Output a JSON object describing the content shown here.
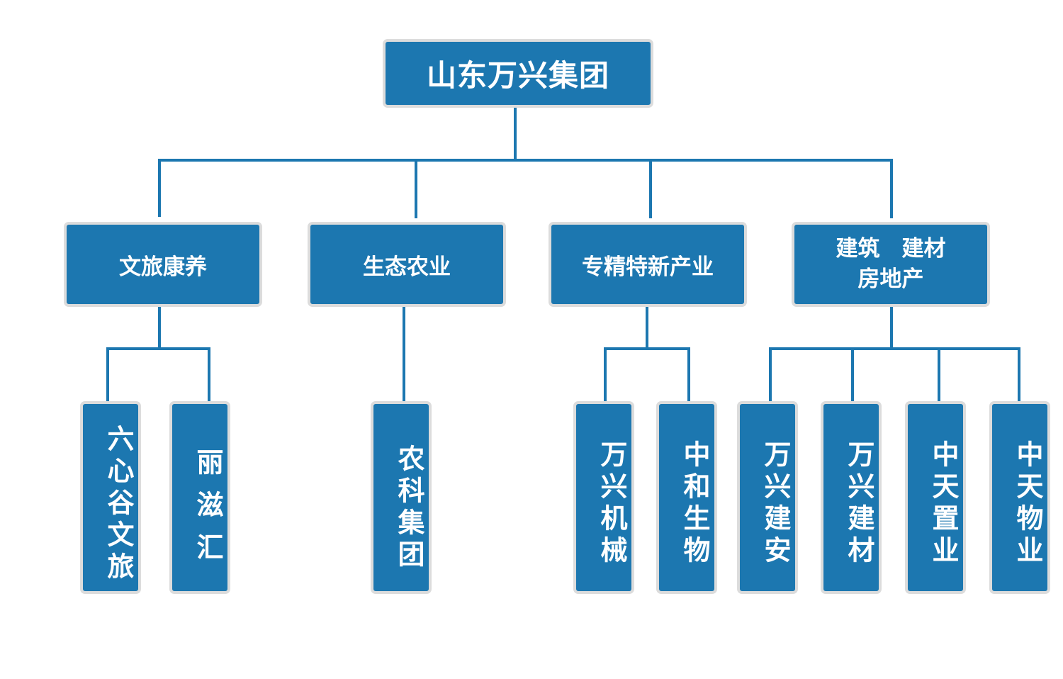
{
  "root": {
    "label": "山东万兴集团"
  },
  "sectors": [
    {
      "label": "文旅康养",
      "children": [
        "六心谷文旅",
        "丽滋汇"
      ]
    },
    {
      "label": "生态农业",
      "children": [
        "农科集团"
      ]
    },
    {
      "label": "专精特新产业",
      "children": [
        "万兴机械",
        "中和生物"
      ]
    },
    {
      "label_lines": [
        "建筑　建材",
        "房地产"
      ],
      "children": [
        "万兴建安",
        "万兴建材",
        "中天置业",
        "中天物业"
      ]
    }
  ],
  "colors": {
    "box_fill": "#1c77b0",
    "box_border": "#dcdcdc",
    "connector": "#1c77b0",
    "text": "#ffffff"
  }
}
